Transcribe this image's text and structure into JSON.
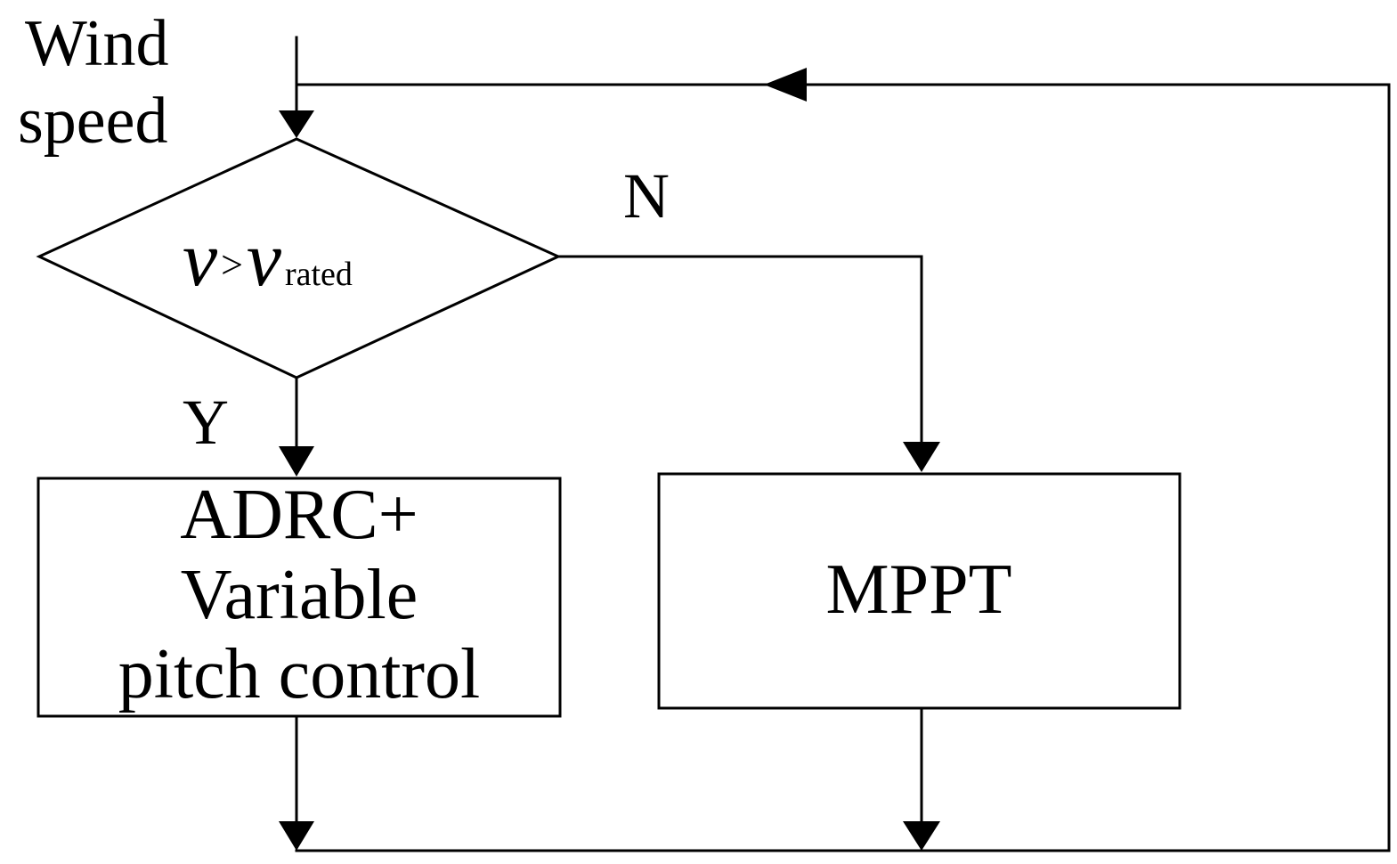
{
  "input": {
    "line1": "Wind",
    "line2": "speed"
  },
  "decision": {
    "variable": "v",
    "operator": ">",
    "compare_variable": "v",
    "subscript": "rated"
  },
  "branches": {
    "yes_label": "Y",
    "no_label": "N"
  },
  "boxes": {
    "pitch": {
      "line1": "ADRC+",
      "line2": "Variable",
      "line3": "pitch control"
    },
    "mppt": {
      "label": "MPPT"
    }
  },
  "colors": {
    "stroke": "#000000",
    "background": "#ffffff"
  }
}
